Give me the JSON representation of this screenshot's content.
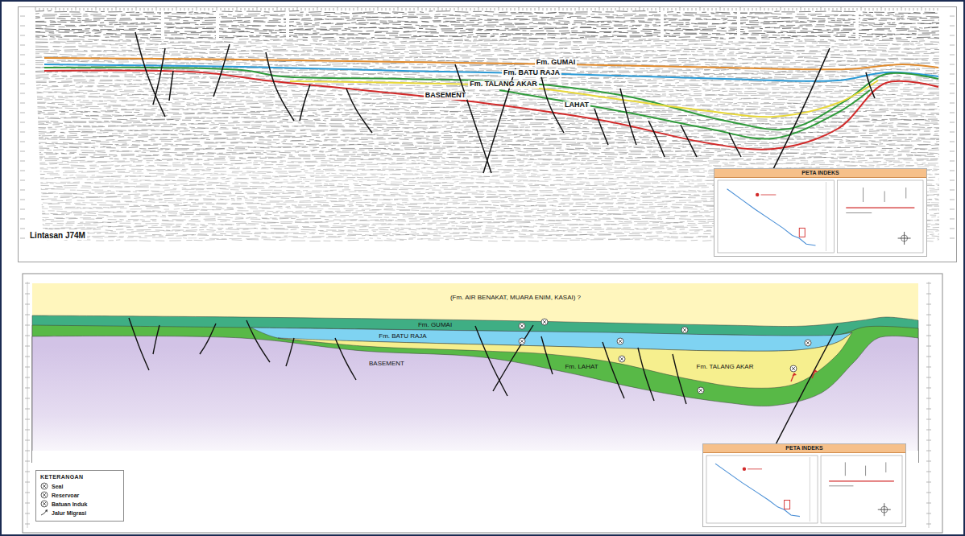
{
  "diagram": {
    "nodes": [
      {
        "text": [
          "Lintasan J74M"
        ]
      },
      {
        "text": [
          "PETA INDEKS"
        ],
        "in": 0
      },
      {
        "text": [
          "PETA INDEKS"
        ]
      },
      {
        "text": [
          "KETERANGAN"
        ]
      }
    ],
    "labels": [
      "Fm. GUMAI",
      "Fm. BATU RAJA",
      "Fm. TALANG AKAR",
      "BASEMENT",
      "LAHAT",
      "(Fm. AIR BENAKAT, MUARA ENIM, KASAI) ?",
      "Fm. GUMAI",
      "Fm. BATU RAJA",
      "BASEMENT",
      "Fm. LAHAT",
      "Fm. TALANG AKAR"
    ],
    "legend": [
      {
        "text": "Seal"
      },
      {
        "text": "Reservoar"
      },
      {
        "text": "Batuan Induk"
      },
      {
        "text": "Jalur Migrasi"
      }
    ]
  }
}
